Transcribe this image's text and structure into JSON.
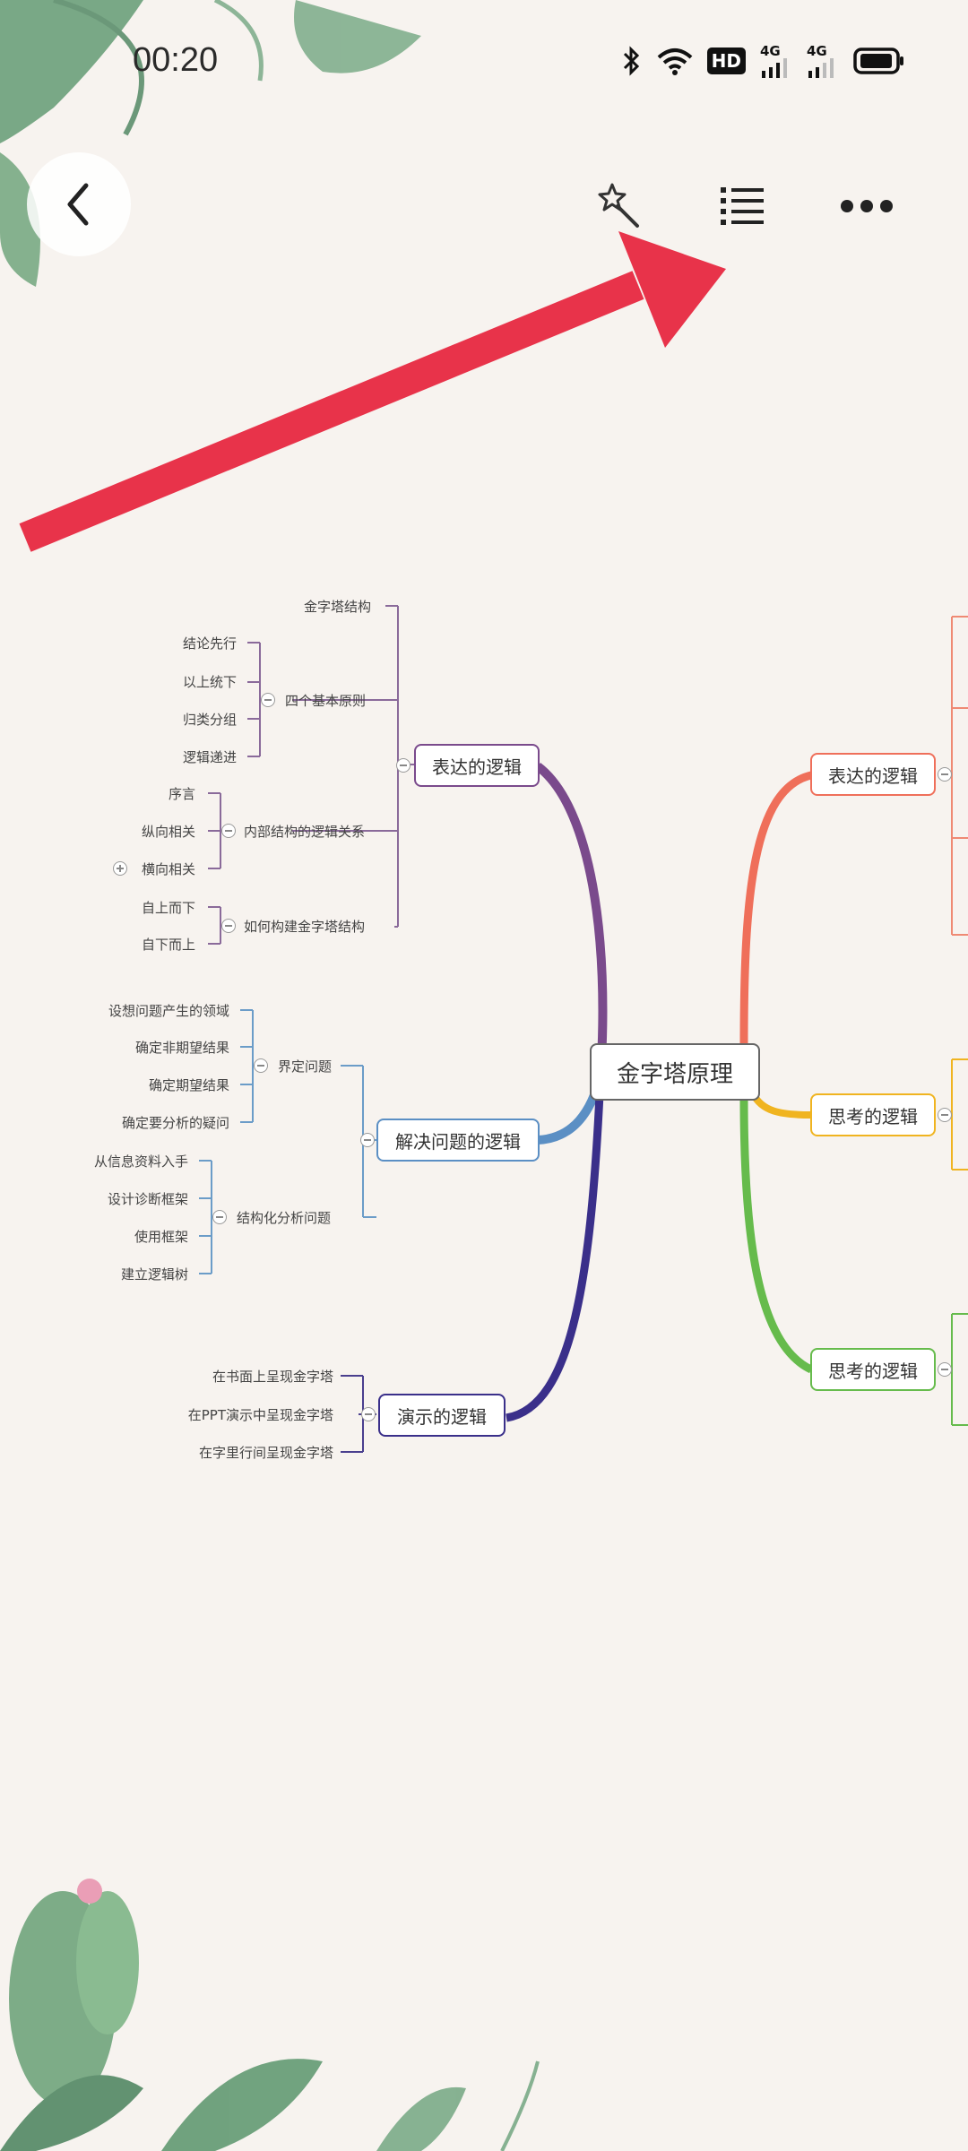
{
  "status_bar": {
    "time": "00:20",
    "hd_label": "HD",
    "net1": "4G",
    "net2": "4G"
  },
  "toolbar": {
    "back_icon": "chevron-left-icon",
    "magic_icon": "magic-wand-icon",
    "outline_icon": "list-icon",
    "more_icon": "more-icon"
  },
  "mindmap": {
    "root": "金字塔原理",
    "left": {
      "expr": {
        "label": "表达的逻辑",
        "top": "金字塔结构",
        "four": {
          "label": "四个基本原则",
          "items": [
            "结论先行",
            "以上统下",
            "归类分组",
            "逻辑递进"
          ]
        },
        "internal": {
          "label": "内部结构的逻辑关系",
          "items": [
            "序言",
            "纵向相关",
            "横向相关"
          ]
        },
        "build": {
          "label": "如何构建金字塔结构",
          "items": [
            "自上而下",
            "自下而上"
          ]
        }
      },
      "solve": {
        "label": "解决问题的逻辑",
        "define": {
          "label": "界定问题",
          "items": [
            "设想问题产生的领域",
            "确定非期望结果",
            "确定期望结果",
            "确定要分析的疑问"
          ]
        },
        "structure": {
          "label": "结构化分析问题",
          "items": [
            "从信息资料入手",
            "设计诊断框架",
            "使用框架",
            "建立逻辑树"
          ]
        }
      },
      "present": {
        "label": "演示的逻辑",
        "items": [
          "在书面上呈现金字塔",
          "在PPT演示中呈现金字塔",
          "在字里行间呈现金字塔"
        ]
      }
    },
    "right": {
      "expr": "表达的逻辑",
      "think1": "思考的逻辑",
      "think2": "思考的逻辑"
    }
  },
  "colors": {
    "arrow": "#e8334a",
    "expr_left": "#7a4a8c",
    "solve": "#5b8fc4",
    "present": "#3a2f8a",
    "expr_right": "#ef6f5a",
    "think1": "#f0b420",
    "think2": "#66bb4c"
  }
}
